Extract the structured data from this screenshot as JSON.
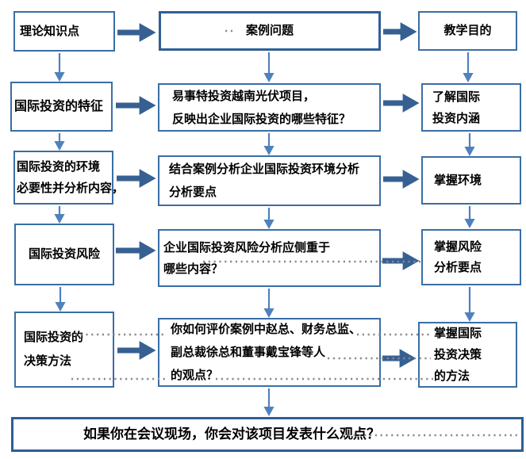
{
  "colors": {
    "box_border": "#3A6EA5",
    "box_border_strong": "#2F5E96",
    "thick_arrow": "#376092",
    "thin_arrow": "#4F81BD",
    "leader_dots": "#8A8A8A",
    "text": "#000000"
  },
  "boxes": {
    "r1_left": {
      "lines": [
        "理论知识点"
      ]
    },
    "r1_center": {
      "lines": [
        "案例问题"
      ]
    },
    "r1_right": {
      "lines": [
        "教学目的"
      ]
    },
    "r2_left": {
      "lines": [
        "国际投资的特征"
      ]
    },
    "r2_center": {
      "lines": [
        "易事特投资越南光伏项目，",
        "反映出企业国际投资的哪些特征？"
      ]
    },
    "r2_right": {
      "lines": [
        "了解国际",
        "投资内涵"
      ]
    },
    "r3_left": {
      "lines": [
        "国际投资的环境",
        "必要性并分析内容，"
      ]
    },
    "r3_center": {
      "lines": [
        "结合案例分析企业国际投资环境分析",
        "分析要点"
      ]
    },
    "r3_right": {
      "lines": [
        "掌握环境"
      ]
    },
    "r4_left": {
      "lines": [
        "国际投资风险"
      ]
    },
    "r4_center": {
      "lines": [
        "企业国际投资风险分析应侧重于",
        "哪些内容？"
      ]
    },
    "r4_right": {
      "lines": [
        "掌握风险",
        "分析要点"
      ]
    },
    "r5_left": {
      "lines": [
        "国际投资的",
        "决策方法"
      ]
    },
    "r5_center": {
      "lines": [
        "你如何评价案例中赵总、财务总监、",
        "副总裁徐总和董事戴宝锋等人",
        "的观点？"
      ]
    },
    "r5_right": {
      "lines": [
        "掌握国际",
        "投资决策",
        "的方法"
      ]
    },
    "bottom": {
      "lines": [
        "如果你在会议现场，你会对该项目发表什么观点？"
      ]
    }
  }
}
